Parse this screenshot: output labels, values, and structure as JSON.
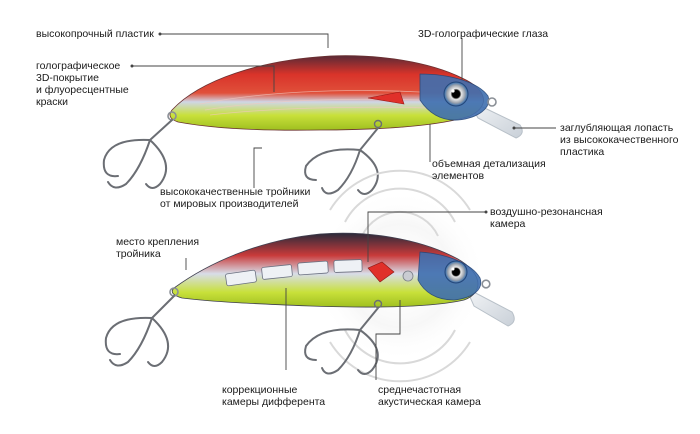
{
  "colors": {
    "leader_line": "#444444",
    "body_red": "#d9332a",
    "body_lime": "#c8e03a",
    "eye_blue": "#2d6bb0"
  },
  "top_lure": {
    "labels": {
      "plastic": [
        "высокопрочный пластик"
      ],
      "holographic": [
        "голографическое",
        "3D-покрытие",
        "и флуоресцентные",
        "краски"
      ],
      "eyes": [
        "3D-голографические глаза"
      ],
      "lip": [
        "заглубляющая лопасть",
        "из высококачественного",
        "пластика"
      ],
      "detail": [
        "объемная детализация",
        "элементов"
      ],
      "hooks": [
        "высококачественные тройники",
        "от мировых производителей"
      ]
    }
  },
  "bottom_lure": {
    "labels": {
      "chamber": [
        "воздушно-резонансная",
        "камера"
      ],
      "hook_mount": [
        "место крепления",
        "тройника"
      ],
      "trim": [
        "коррекционные",
        "камеры дифферента"
      ],
      "acoustic": [
        "среднечастотная",
        "акустическая камера"
      ]
    }
  },
  "icons": [
    "treble-hook-icon",
    "fish-eye-icon",
    "sound-wave-icon"
  ]
}
